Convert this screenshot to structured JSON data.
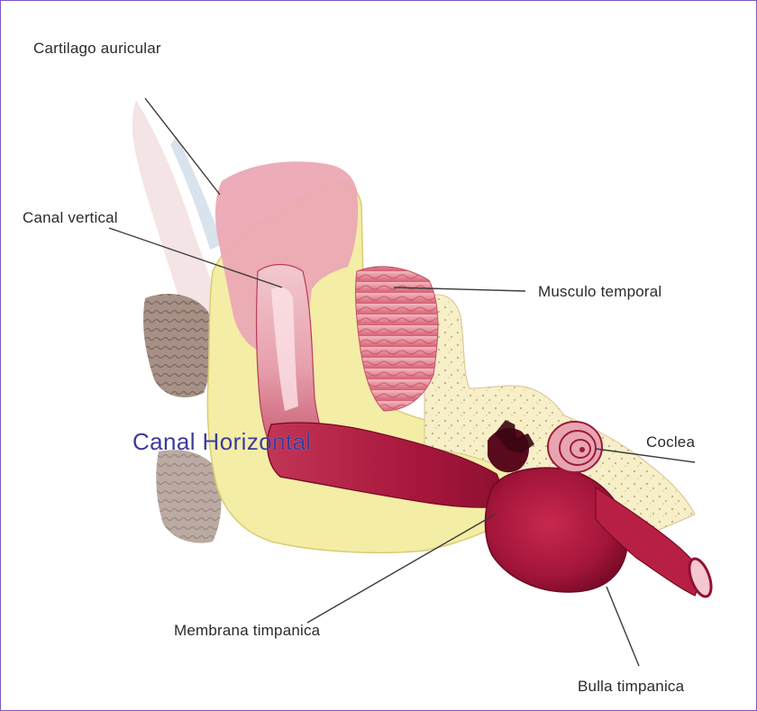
{
  "labels": {
    "cartilage": "Cartilago auricular",
    "vertical_canal": "Canal vertical",
    "temporal_muscle": "Musculo temporal",
    "horizontal_canal": "Canal Horizontal",
    "cochlea": "Coclea",
    "tympanic_membrane": "Membrana timpanica",
    "tympanic_bulla": "Bulla timpanica"
  },
  "colors": {
    "frame_border": "#7a55c9",
    "tissue_pink": "#e9a7b0",
    "canal_red": "#a8173c",
    "bulla_red": "#b0163a",
    "cartilage_yellow": "#f4eda6",
    "muscle_pink": "#d96a7a",
    "bone_cream": "#f6efc8",
    "skin_brown": "#8a6f62",
    "horizontal_label": "#3b3c9a"
  }
}
